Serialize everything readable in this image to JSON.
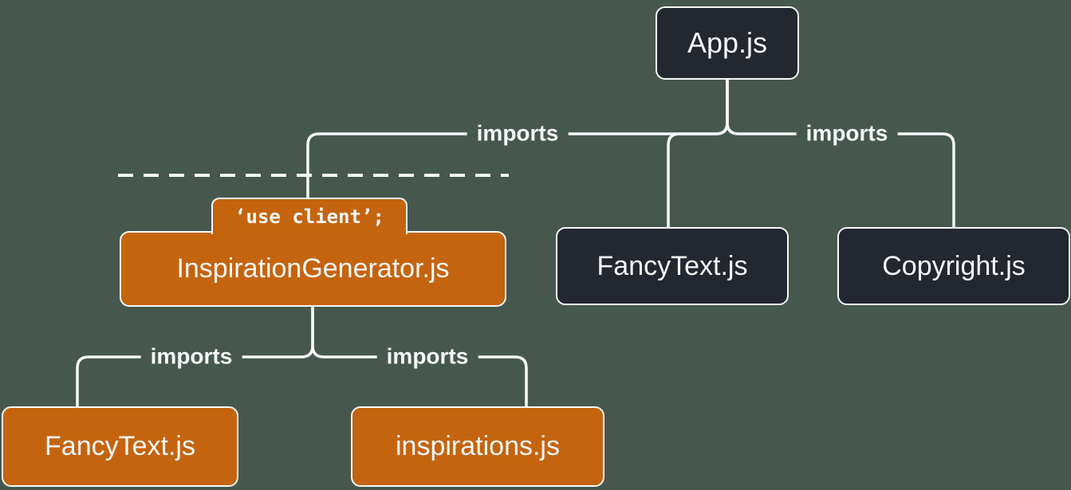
{
  "colors": {
    "background": "#46584E",
    "server-box": "#23272F",
    "client-box": "#C5640E",
    "line": "#F6F7F9",
    "text": "#F6F7F9"
  },
  "nodes": {
    "app": {
      "label": "App.js"
    },
    "fancytext_server": {
      "label": "FancyText.js"
    },
    "copyright": {
      "label": "Copyright.js"
    },
    "inspiration_generator": {
      "label": "InspirationGenerator.js",
      "directive": "‘use client’;"
    },
    "fancytext_client": {
      "label": "FancyText.js"
    },
    "inspirations": {
      "label": "inspirations.js"
    }
  },
  "edges": {
    "app_to_inspiration_generator": {
      "label": "imports"
    },
    "app_to_copyright": {
      "label": "imports"
    },
    "generator_to_fancytext": {
      "label": "imports"
    },
    "generator_to_inspirations": {
      "label": "imports"
    }
  }
}
